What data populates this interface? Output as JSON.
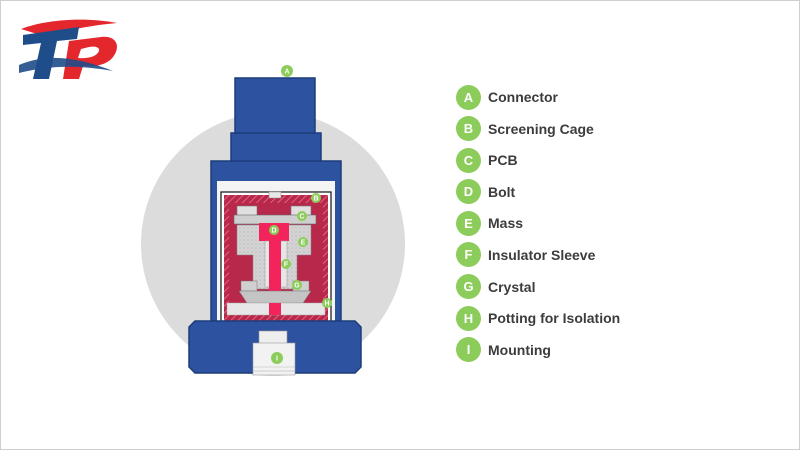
{
  "logo": {
    "text": "TP",
    "colors": {
      "primary": "#1f4d8a",
      "accent": "#e4262d"
    }
  },
  "colors": {
    "housing": "#2d53a0",
    "housing_dark": "#1d3c7a",
    "backdrop": "#dcdcdc",
    "potting": "#b8284a",
    "hatch": "#d94a6a",
    "bolt": "#f2245b",
    "metal": "#cfcfcf",
    "marker": "#8ccc5a"
  },
  "markers": [
    "A",
    "B",
    "C",
    "D",
    "E",
    "F",
    "G",
    "H",
    "I"
  ],
  "legend": [
    {
      "letter": "A",
      "label": "Connector"
    },
    {
      "letter": "B",
      "label": "Screening Cage"
    },
    {
      "letter": "C",
      "label": "PCB"
    },
    {
      "letter": "D",
      "label": "Bolt"
    },
    {
      "letter": "E",
      "label": "Mass"
    },
    {
      "letter": "F",
      "label": "Insulator Sleeve"
    },
    {
      "letter": "G",
      "label": "Crystal"
    },
    {
      "letter": "H",
      "label": "Potting for Isolation"
    },
    {
      "letter": "I",
      "label": "Mounting"
    }
  ]
}
